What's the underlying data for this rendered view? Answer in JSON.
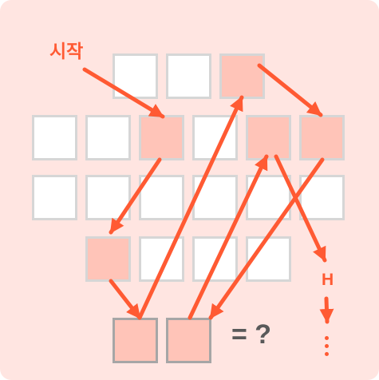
{
  "colors": {
    "background": "#ffe5e1",
    "cell_empty": "#ffffff",
    "cell_border": "#d6d6d6",
    "cell_filled": "#ffc4b8",
    "answer_border": "#a6a6a6",
    "arrow": "#ff5a33",
    "label": "#ff5a33",
    "equation": "#595959"
  },
  "labels": {
    "start": "시작",
    "h": "H",
    "equation": "= ?"
  },
  "grid": {
    "rows": [
      {
        "cells": [
          "empty",
          "empty",
          "filled"
        ]
      },
      {
        "cells": [
          "empty",
          "empty",
          "filled",
          "empty",
          "filled",
          "filled"
        ]
      },
      {
        "cells": [
          "empty",
          "empty",
          "empty",
          "empty",
          "empty",
          "empty"
        ]
      },
      {
        "cells": [
          "filled",
          "empty",
          "empty",
          "empty"
        ]
      },
      {
        "cells": [
          "filled",
          "filled"
        ]
      }
    ]
  },
  "icons": {
    "arrow": "arrow-icon",
    "ellipsis": "vertical-ellipsis-icon"
  }
}
